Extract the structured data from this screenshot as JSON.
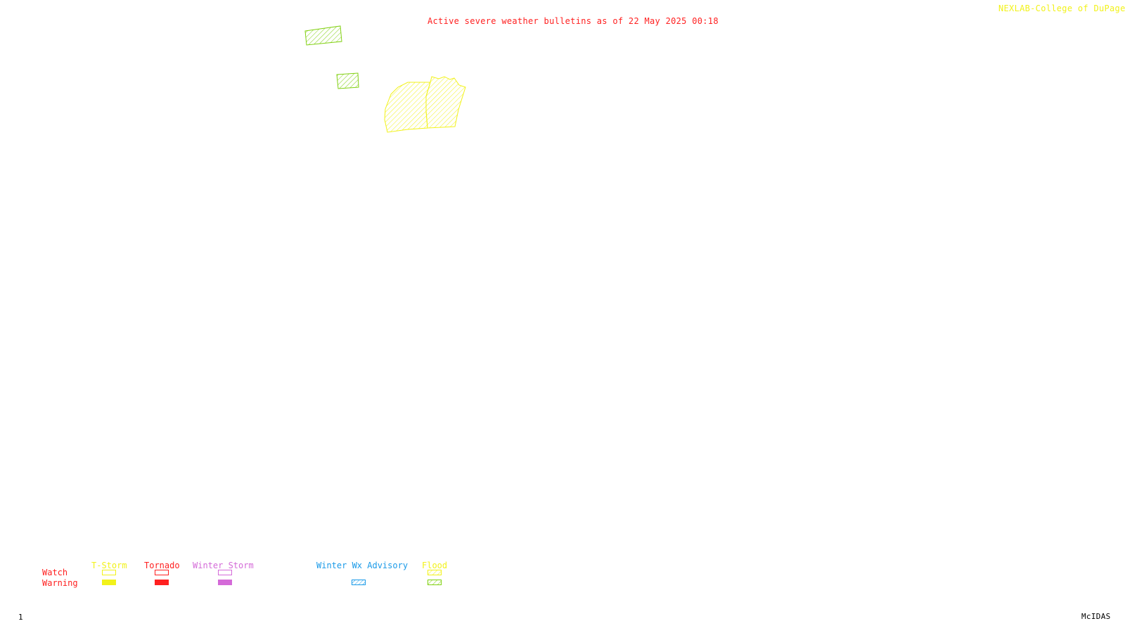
{
  "title": "Active severe weather bulletins as of 22 May 2025 00:18",
  "credit": "NEXLAB-College of DuPage R",
  "frame_number": "1",
  "software": "McIDAS",
  "legend": {
    "row_labels": {
      "watch": "Watch",
      "warning": "Warning"
    },
    "categories": [
      {
        "label": "T-Storm",
        "color": "#f2f21a"
      },
      {
        "label": "Tornado",
        "color": "#ff2020"
      },
      {
        "label": "Winter Storm",
        "color": "#d46ad8"
      },
      {
        "label": "Winter Wx Advisory",
        "color": "#1a9ae8"
      },
      {
        "label": "Flood",
        "color": "#f2f21a",
        "warning_color": "#80d010"
      }
    ]
  },
  "map_areas": [
    {
      "type": "Flood Warning",
      "color": "#80d010"
    },
    {
      "type": "Flood Warning",
      "color": "#80d010"
    },
    {
      "type": "Flood Watch",
      "color": "#f2f21a"
    },
    {
      "type": "Flood Watch",
      "color": "#f2f21a"
    }
  ]
}
